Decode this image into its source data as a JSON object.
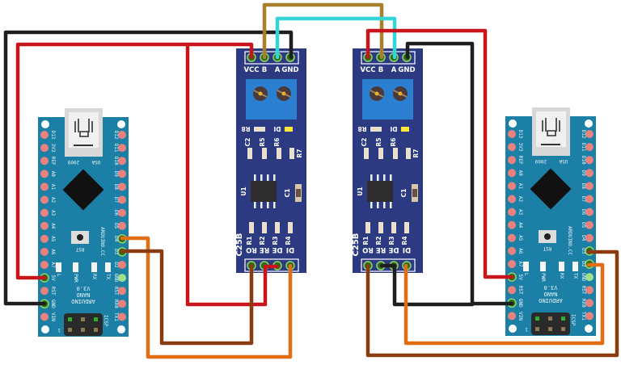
{
  "colors": {
    "arduino_board": "#1c7fa6",
    "arduino_pad": "#e9817f",
    "rs485_board": "#2c3a82",
    "terminal_block": "#2a7fd0",
    "wire_red": "#c8141b",
    "wire_black": "#1e1e1e",
    "wire_orange": "#e36d12",
    "wire_brown": "#8a3b10",
    "wire_gold": "#a8802a",
    "wire_cyan": "#33d6d6"
  },
  "arduino": {
    "left_pins": [
      "D13",
      "3V3",
      "REF",
      "A0",
      "A1",
      "A2",
      "A3",
      "A4",
      "A5",
      "A6",
      "A7",
      "5V",
      "RST",
      "GND",
      "VIN"
    ],
    "right_pins": [
      "D12",
      "D11",
      "D10",
      "D9",
      "D8",
      "D7",
      "D6",
      "D5",
      "D4",
      "D3",
      "D2",
      "GND",
      "RST",
      "RX0",
      "TX1"
    ],
    "usb_text_left": "2009",
    "usb_text_right": "USA",
    "reset_label": "RST",
    "brand": "ARDUINO.CC",
    "leds": [
      "L",
      "PWR",
      "RX",
      "TX"
    ],
    "model_lines": [
      "ARDUINO",
      "NANO",
      "V3.0"
    ],
    "icsp_label": "ICSP",
    "icsp_pin1": "1"
  },
  "rs485": {
    "top_pins": [
      "VCC",
      "B",
      "A",
      "GND"
    ],
    "bottom_pins": [
      "RO",
      "RE",
      "DE",
      "DI"
    ],
    "chip_label": "C25B",
    "parts": {
      "r8": "R8",
      "d1": "DI",
      "c2": "C2",
      "r5": "R5",
      "r6": "R6",
      "r7": "R7",
      "u1": "U1",
      "c1": "C1",
      "r1": "R1",
      "r2": "R2",
      "r3": "R3",
      "r4": "R4"
    }
  }
}
